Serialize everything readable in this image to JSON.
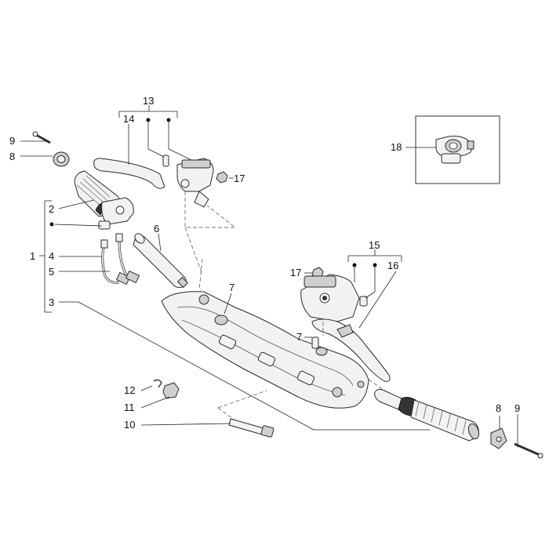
{
  "callouts": {
    "c1": "1",
    "c2": "2",
    "c3": "3",
    "c4": "4",
    "c5": "5",
    "c6": "6",
    "c7a": "7",
    "c7b": "7",
    "c8a": "8",
    "c8b": "8",
    "c9a": "9",
    "c9b": "9",
    "c10": "10",
    "c11": "11",
    "c12": "12",
    "c13": "13",
    "c14": "14",
    "c15": "15",
    "c16": "16",
    "c17a": "17",
    "c17b": "17",
    "c18": "18"
  }
}
